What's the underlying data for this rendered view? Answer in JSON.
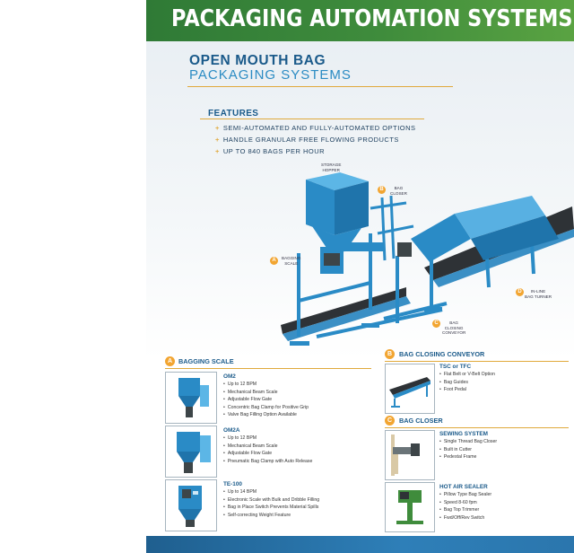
{
  "banner": {
    "title": "PACKAGING AUTOMATION SYSTEMS"
  },
  "heading": {
    "line1": "OPEN MOUTH BAG",
    "line2": "PACKAGING SYSTEMS"
  },
  "features": {
    "title": "FEATURES",
    "items": [
      "SEMI-AUTOMATED AND FULLY-AUTOMATED OPTIONS",
      "HANDLE GRANULAR FREE FLOWING PRODUCTS",
      "UP TO 840 BAGS PER HOUR"
    ]
  },
  "diagram": {
    "storage_hopper_1": "STORAGE",
    "storage_hopper_2": "HOPPER",
    "bag_closer_1": "BAG",
    "bag_closer_2": "CLOSER",
    "bagging_scale_1": "BAGGING",
    "bagging_scale_2": "SCALE",
    "bag_closing_conveyor_1": "BAG",
    "bag_closing_conveyor_2": "CLOSING",
    "bag_closing_conveyor_3": "CONVEYOR",
    "bag_turner_1": "IN-LINE",
    "bag_turner_2": "BAG TURNER",
    "badge_a": "A",
    "badge_b": "B",
    "badge_c": "C",
    "badge_d": "D"
  },
  "colors": {
    "banner": "#3f8c3c",
    "heading": "#1a5a8a",
    "accent": "#e0a93b",
    "machine_blue": "#2a8bc6"
  },
  "sections": {
    "bagging_scale": {
      "badge": "A",
      "title": "BAGGING SCALE",
      "products": [
        {
          "name": "OM2",
          "specs": [
            "Up to 12 BPM",
            "Mechanical Beam Scale",
            "Adjustable Flow Gate",
            "Concentric Bag Clamp for Positive Grip",
            "Valve Bag Filling Option Available"
          ]
        },
        {
          "name": "OM2A",
          "specs": [
            "Up to 12 BPM",
            "Mechanical Beam Scale",
            "Adjustable Flow Gate",
            "Pneumatic Bag Clamp with Auto Release"
          ]
        },
        {
          "name": "TE-100",
          "specs": [
            "Up to 14 BPM",
            "Electronic Scale with Bulk and Dribble Filling",
            "Bag in Place Switch Prevents Material Spills",
            "Self-correcting Weight Feature"
          ]
        }
      ]
    },
    "bag_closing_conveyor": {
      "badge": "B",
      "title": "BAG CLOSING CONVEYOR",
      "products": [
        {
          "name": "TSC or TFC",
          "specs": [
            "Flat Belt or V-Belt Option",
            "Bag Guides",
            "Foot Pedal"
          ]
        }
      ]
    },
    "bag_closer": {
      "badge": "C",
      "title": "BAG CLOSER",
      "products": [
        {
          "name": "SEWING SYSTEM",
          "specs": [
            "Single Thread Bag Closer",
            "Built in Cutter",
            "Pedestal Frame"
          ]
        },
        {
          "name": "HOT AIR SEALER",
          "specs": [
            "Pillow Type Bag Sealer",
            "Speed 8-60 fpm",
            "Bag Top Trimmer",
            "Fwd/Off/Rev Switch"
          ]
        }
      ]
    }
  }
}
